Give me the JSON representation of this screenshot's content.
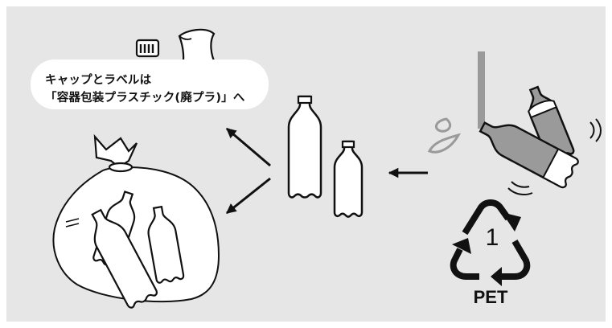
{
  "colors": {
    "panel": "#e6e6e6",
    "bottle_fill": "#ffffff",
    "used_bottle_fill": "#9a9a9a",
    "outline": "#111111"
  },
  "label_note": {
    "line1": "キャップとラベルは",
    "line2": "「容器包装プラスチック(廃プラ)」へ"
  },
  "recycle_mark": {
    "number": "1",
    "label": "PET"
  },
  "icons": [
    "cap-icon",
    "label-film-icon",
    "garbage-bag-icon",
    "clean-bottle-icon",
    "used-bottle-icon",
    "water-stream-icon",
    "recycle-triangle-icon"
  ]
}
